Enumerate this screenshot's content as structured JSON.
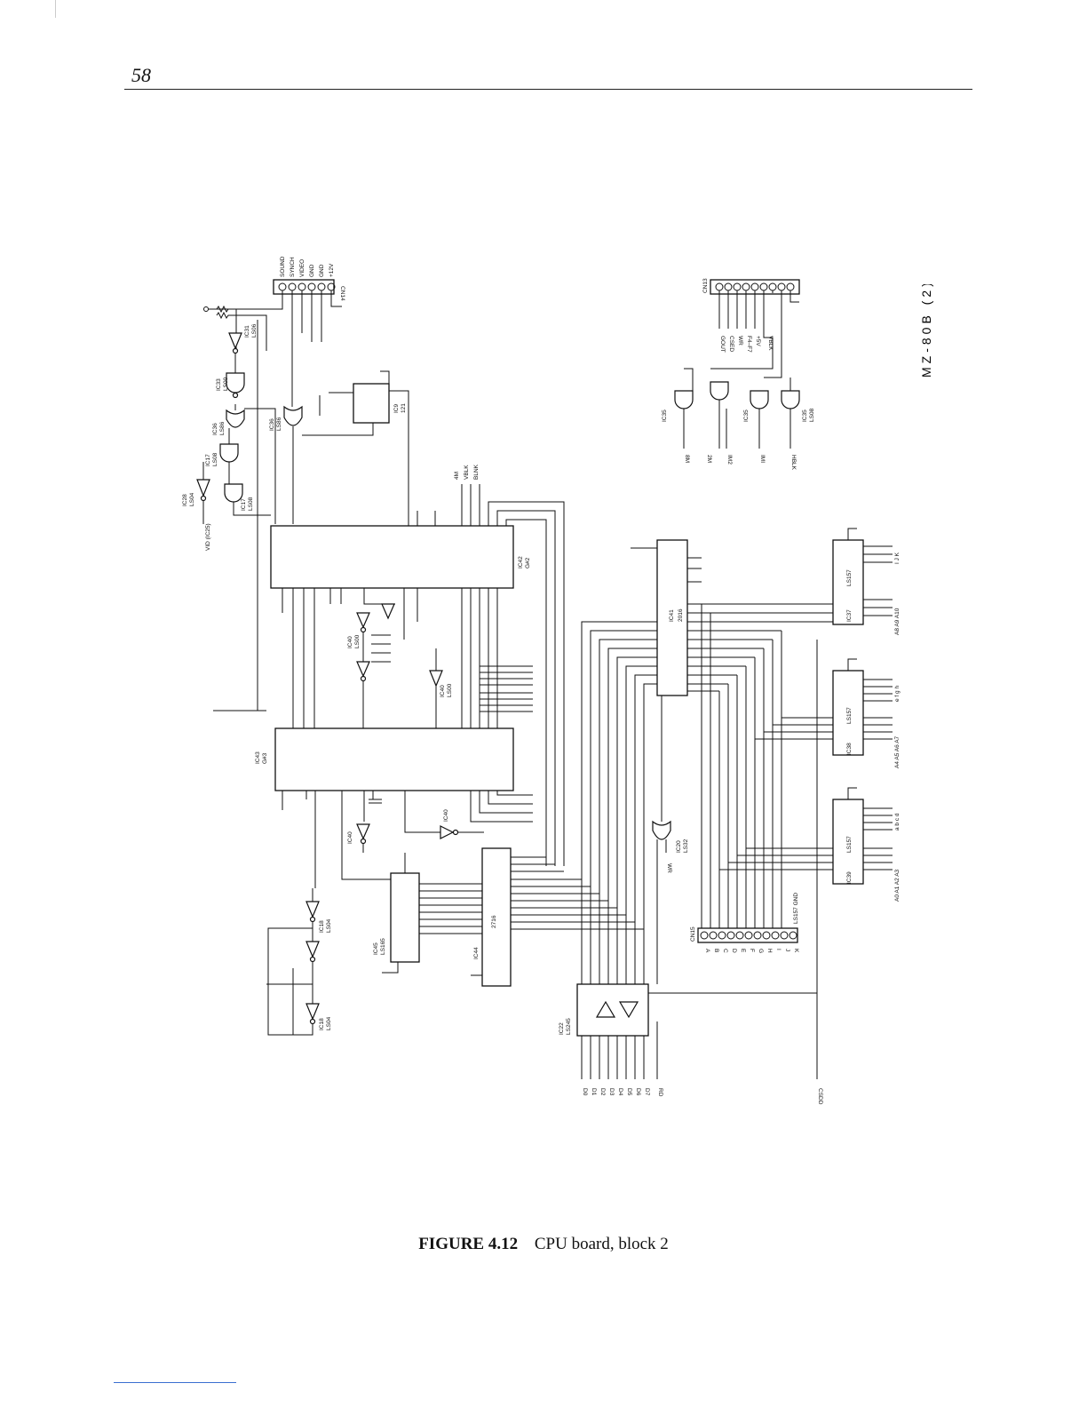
{
  "page": {
    "page_number": "58",
    "caption_label": "FIGURE 4.12",
    "caption_text": "CPU board, block 2",
    "model_tag": "MZ-80B (2)"
  },
  "schematic": {
    "connectors": [
      {
        "ref": "CN14",
        "pins": [
          "SOUND",
          "SYNCH",
          "VIDEO",
          "GND",
          "GND",
          "+12V"
        ]
      },
      {
        "ref": "CN13",
        "pins": [
          "GOUT",
          "CSED",
          "WR",
          "F4–F7",
          "+5V",
          "VBLK"
        ]
      },
      {
        "ref": "CN15",
        "pins": [
          "A",
          "B",
          "C",
          "D",
          "E",
          "F",
          "G",
          "H",
          "I",
          "J",
          "K"
        ]
      }
    ],
    "ics": [
      {
        "ref": "IC42",
        "name": "G#2"
      },
      {
        "ref": "IC43",
        "name": "G#3"
      },
      {
        "ref": "IC41",
        "name": "2016"
      },
      {
        "ref": "IC44",
        "name": "2716"
      },
      {
        "ref": "IC45",
        "name": "LS165"
      },
      {
        "ref": "IC22",
        "name": "LS245"
      },
      {
        "ref": "IC37",
        "name": "LS157"
      },
      {
        "ref": "IC38",
        "name": "LS157"
      },
      {
        "ref": "IC39",
        "name": "LS157"
      },
      {
        "ref": "IC9",
        "name": "121"
      },
      {
        "ref": "IC20",
        "name": "LS32"
      }
    ],
    "gates": [
      {
        "ref": "IC28",
        "type": "LS04"
      },
      {
        "ref": "IC17",
        "type": "LS08"
      },
      {
        "ref": "IC36",
        "type": "LS86"
      },
      {
        "ref": "IC33",
        "type": "LS00"
      },
      {
        "ref": "IC31",
        "type": "LS06"
      },
      {
        "ref": "IC40",
        "type": "LS00"
      },
      {
        "ref": "IC18",
        "type": "LS04"
      },
      {
        "ref": "IC35",
        "type": "LS08"
      }
    ],
    "signals": {
      "bottom_bus": [
        "D0",
        "D1",
        "D2",
        "D3",
        "D4",
        "D5",
        "D6",
        "D7",
        "RD",
        "CSDD"
      ],
      "right_group": [
        "8M",
        "2M",
        "IM2",
        "IMI",
        "HBLK"
      ],
      "vid_input": "VID (IC25)",
      "mux_inputs_37": [
        "A8 A9 A10",
        "I J K"
      ],
      "mux_inputs_38": [
        "A4 A5 A6 A7",
        "e f g h"
      ],
      "mux_inputs_39": [
        "A0 A1 A2 A3",
        "a b c d"
      ],
      "cn15_note": "LS157 GND",
      "wr_label": "WR",
      "ic42_outputs": [
        "4M",
        "VBLK",
        "BLNK"
      ]
    }
  }
}
